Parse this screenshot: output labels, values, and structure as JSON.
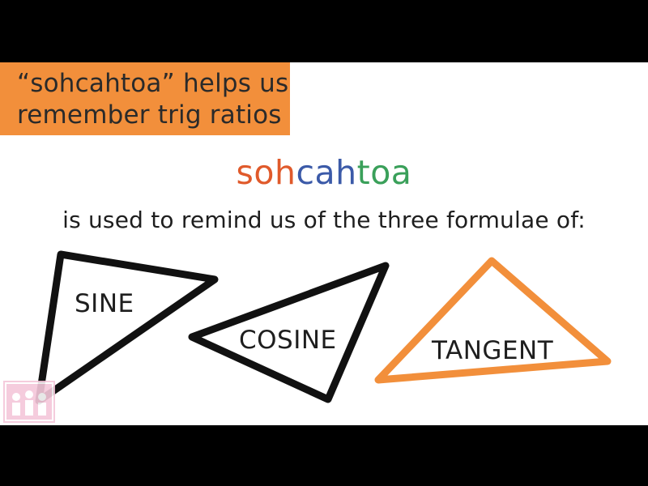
{
  "banner": {
    "line1": "“sohcahtoa” helps us",
    "line2": "remember trig ratios"
  },
  "mnemonic": {
    "parts": [
      {
        "text": "soh",
        "color": "#e05a2b"
      },
      {
        "text": "cah",
        "color": "#3b5aa8"
      },
      {
        "text": "toa",
        "color": "#3aa05a"
      }
    ]
  },
  "subtitle": "is used to remind us of the three formulae of:",
  "triangles": {
    "sine": {
      "label": "SINE",
      "color": "#111111"
    },
    "cosine": {
      "label": "COSINE",
      "color": "#111111"
    },
    "tangent": {
      "label": "TANGENT",
      "color": "#f28f3b"
    }
  },
  "colors": {
    "banner": "#f28f3b",
    "background": "#ffffff",
    "frame": "#000000"
  },
  "logo_icon": "people-logo-icon"
}
